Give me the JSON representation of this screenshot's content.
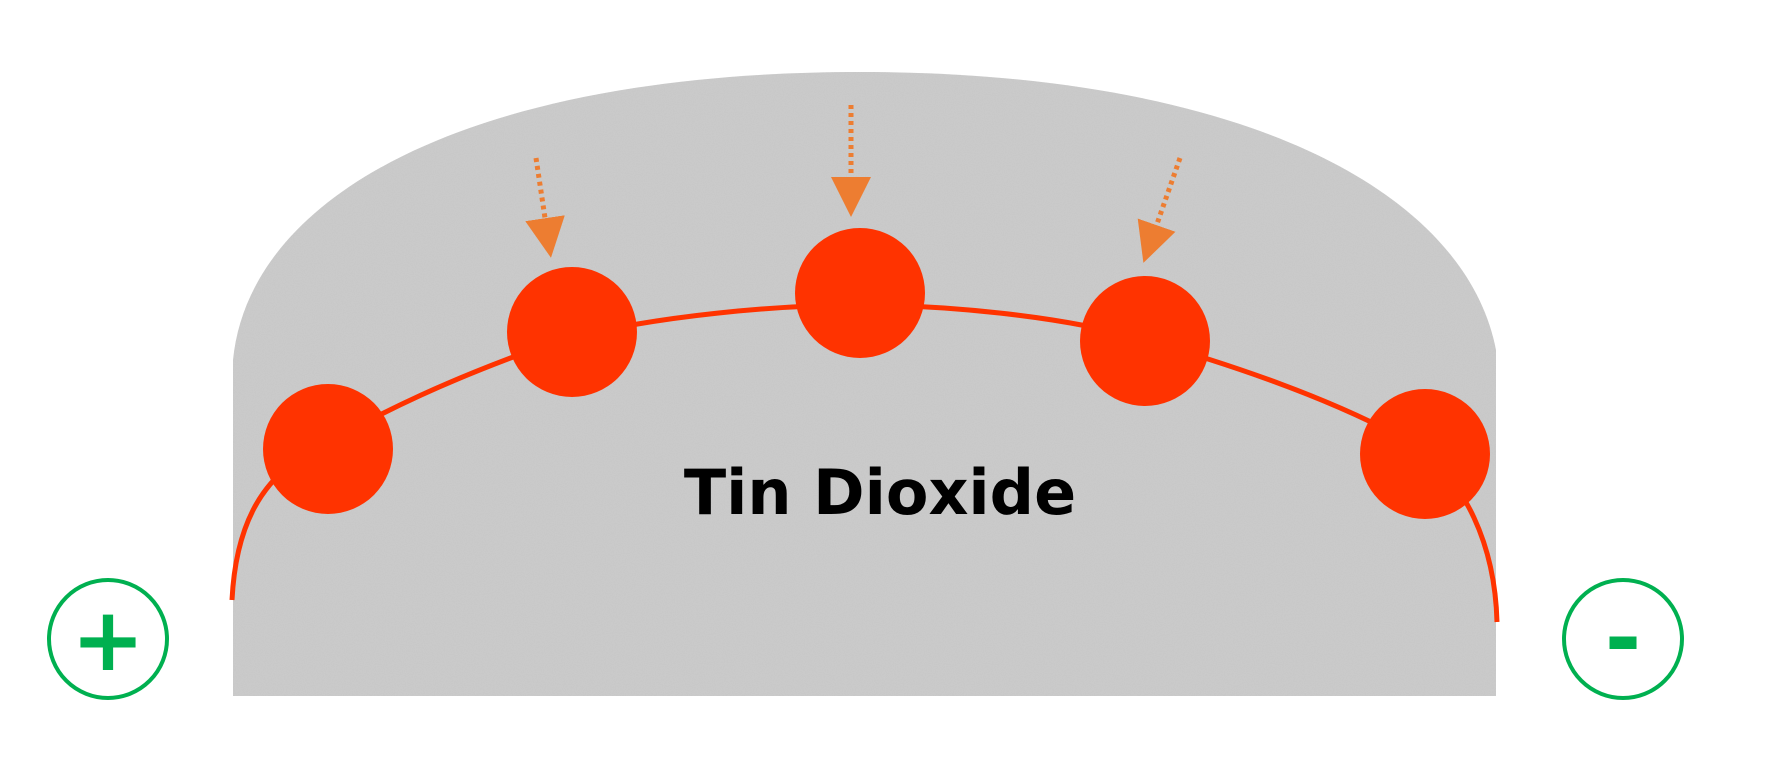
{
  "material": {
    "label": "Tin Dioxide",
    "fill_color": "#cbcbcb",
    "label_color": "#000000"
  },
  "terminals": {
    "positive": {
      "symbol": "+",
      "color": "#00b050"
    },
    "negative": {
      "symbol": "-",
      "color": "#00b050"
    }
  },
  "surface": {
    "particle_color": "#ff3300",
    "particle_count": 5,
    "path_color": "#ff3300"
  },
  "arrows": {
    "count": 3,
    "color": "#ed7d31",
    "style": "dotted"
  }
}
